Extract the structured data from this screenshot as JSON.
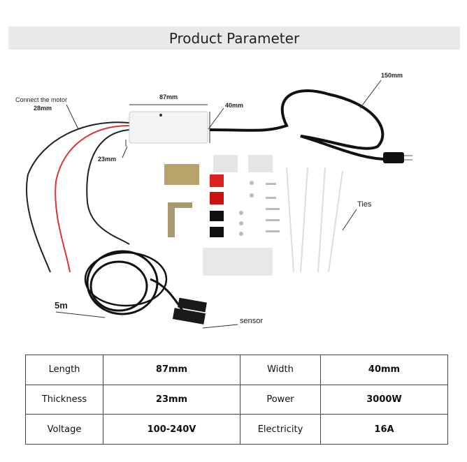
{
  "header": {
    "title": "Product Parameter"
  },
  "photo": {
    "labels": {
      "connect_motor": "Connect the motor",
      "wire_len": "28mm",
      "length": "87mm",
      "width": "40mm",
      "thickness": "23mm",
      "power_cord": "150mm",
      "ties": "Ties",
      "sensor_cable": "5m",
      "sensor": "sensor"
    }
  },
  "table": {
    "rows": [
      {
        "k1": "Length",
        "v1": "87mm",
        "k2": "Width",
        "v2": "40mm"
      },
      {
        "k1": "Thickness",
        "v1": "23mm",
        "k2": "Power",
        "v2": "3000W"
      },
      {
        "k1": "Voltage",
        "v1": "100-240V",
        "k2": "Electricity",
        "v2": "16A"
      }
    ]
  }
}
